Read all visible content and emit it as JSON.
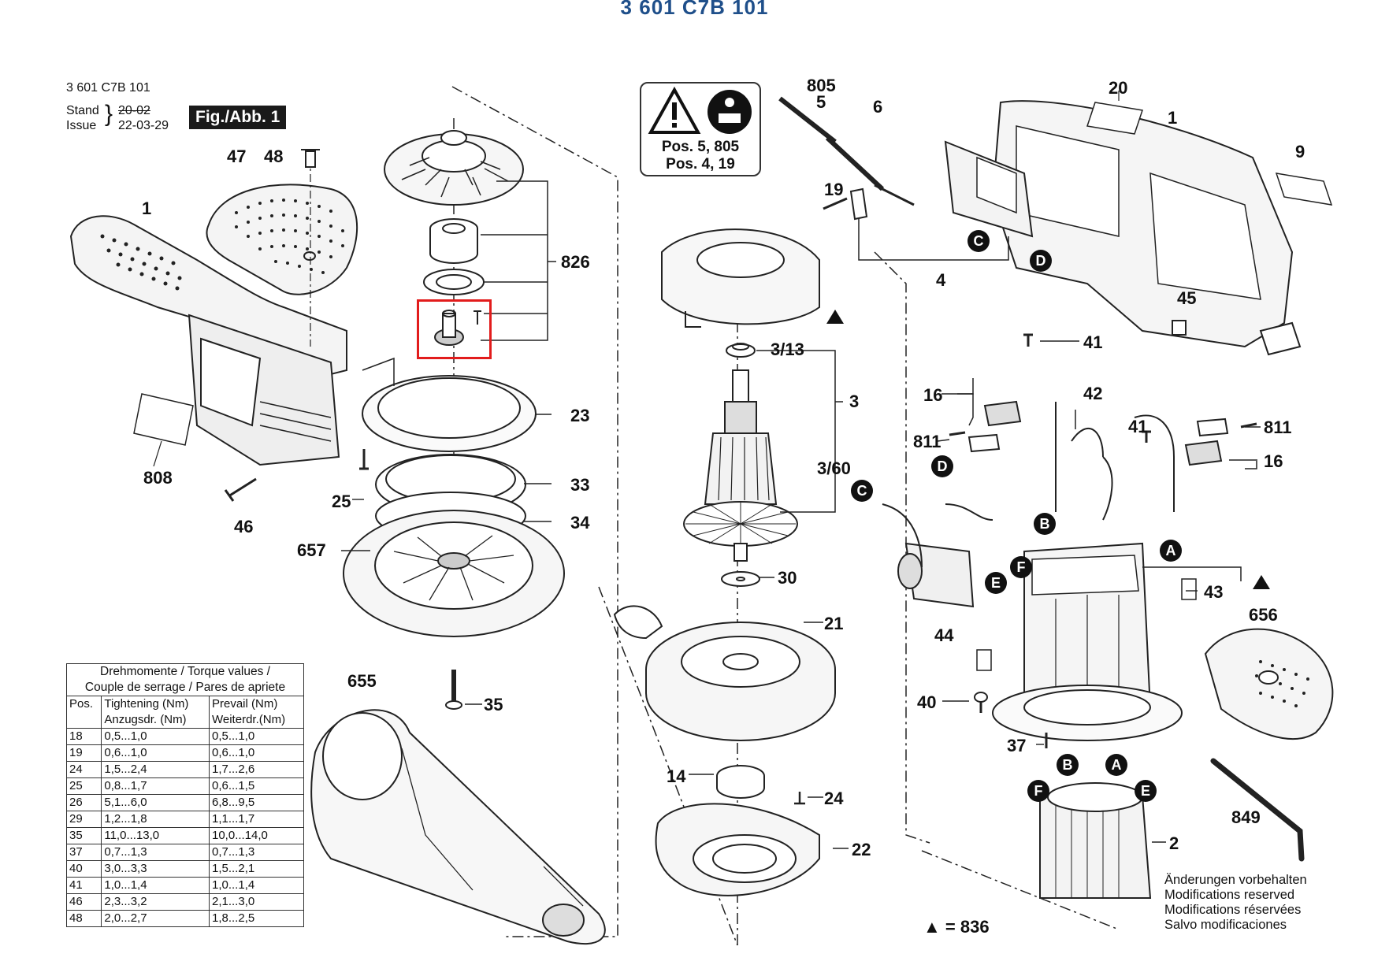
{
  "page_title": "3 601 C7B 101",
  "header": {
    "part_number": "3 601 C7B 101",
    "stand_label": "Stand",
    "stand_value": "20-02",
    "issue_label": "Issue",
    "issue_value": "22-03-29"
  },
  "figure_label": "Fig./Abb. 1",
  "warning_box": {
    "line1": "Pos. 5, 805",
    "line2": "Pos. 4, 19"
  },
  "callouts": {
    "l47": "47",
    "l48": "48",
    "l1a": "1",
    "l808": "808",
    "l46": "46",
    "l25": "25",
    "l657": "657",
    "l826": "826",
    "l23": "23",
    "l33": "33",
    "l34": "34",
    "l35": "35",
    "l655": "655",
    "l805": "805",
    "l5": "5",
    "l6": "6",
    "l19": "19",
    "l4": "4",
    "l20": "20",
    "l1b": "1",
    "l9": "9",
    "l45": "45",
    "l313": "3/13",
    "l3": "3",
    "l360": "3/60",
    "l30": "30",
    "l21": "21",
    "l14": "14",
    "l24": "24",
    "l22": "22",
    "l41a": "41",
    "l16a": "16",
    "l42": "42",
    "l811a": "811",
    "l41b": "41",
    "l811b": "811",
    "l16b": "16",
    "l43": "43",
    "l656": "656",
    "l44": "44",
    "l40": "40",
    "l37": "37",
    "l2": "2",
    "l849": "849"
  },
  "connectors": {
    "C": "C",
    "D": "D",
    "B": "B",
    "A": "A",
    "E": "E",
    "F": "F"
  },
  "torque_table": {
    "title1": "Drehmomente / Torque values /",
    "title2": "Couple de serrage / Pares de apriete",
    "col_pos": "Pos.",
    "col_tight1": "Tightening (Nm)",
    "col_tight2": "Anzugsdr. (Nm)",
    "col_prev1": "Prevail (Nm)",
    "col_prev2": "Weiterdr.(Nm)",
    "rows": [
      [
        "18",
        "0,5...1,0",
        "0,5...1,0"
      ],
      [
        "19",
        "0,6...1,0",
        "0,6...1,0"
      ],
      [
        "24",
        "1,5...2,4",
        "1,7...2,6"
      ],
      [
        "25",
        "0,8...1,7",
        "0,6...1,5"
      ],
      [
        "26",
        "5,1...6,0",
        "6,8...9,5"
      ],
      [
        "29",
        "1,2...1,8",
        "1,1...1,7"
      ],
      [
        "35",
        "11,0...13,0",
        "10,0...14,0"
      ],
      [
        "37",
        "0,7...1,3",
        "0,7...1,3"
      ],
      [
        "40",
        "3,0...3,3",
        "1,5...2,1"
      ],
      [
        "41",
        "1,0...1,4",
        "1,0...1,4"
      ],
      [
        "46",
        "2,3...3,2",
        "2,1...3,0"
      ],
      [
        "48",
        "2,0...2,7",
        "1,8...2,5"
      ]
    ]
  },
  "notes": [
    "Änderungen vorbehalten",
    "Modifications reserved",
    "Modifications réservées",
    "Salvo modificaciones"
  ],
  "legend": "▲ = 836",
  "colors": {
    "title": "#1f4f8a",
    "highlight": "#e21c1c"
  }
}
